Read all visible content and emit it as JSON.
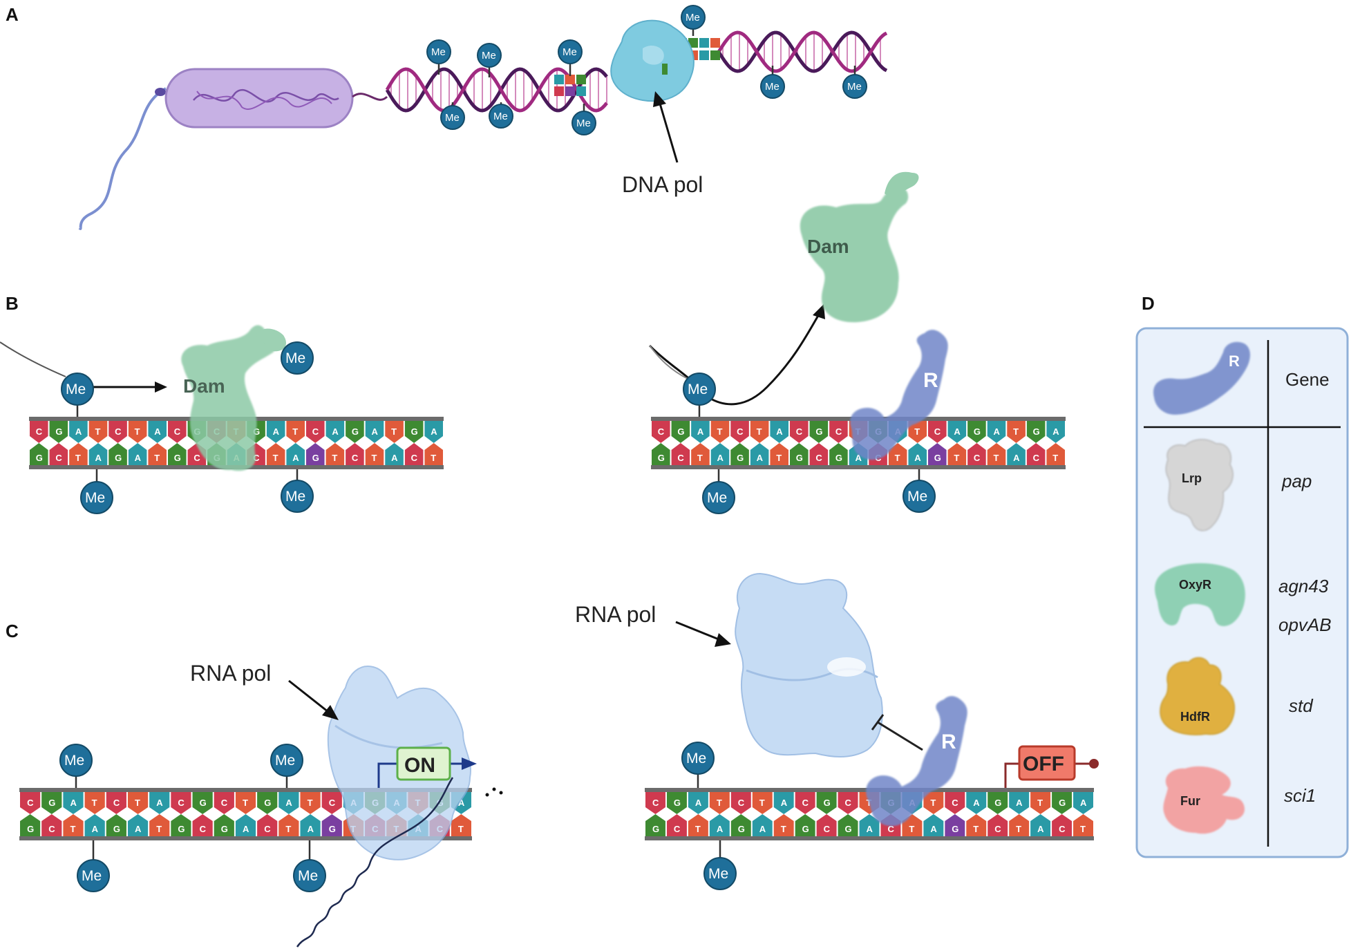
{
  "panels": {
    "a": "A",
    "b": "B",
    "c": "C",
    "d": "D"
  },
  "methyl_label": "Me",
  "bases": {
    "top": [
      "C",
      "G",
      "A",
      "T",
      "C",
      "T",
      "A",
      "C",
      "G",
      "C",
      "T",
      "G",
      "A",
      "T",
      "C",
      "A",
      "G",
      "A",
      "T",
      "G",
      "A"
    ],
    "bottom": [
      "G",
      "C",
      "T",
      "A",
      "G",
      "A",
      "T",
      "G",
      "C",
      "G",
      "A",
      "C",
      "T",
      "A",
      "G",
      "T",
      "C",
      "T",
      "A",
      "C",
      "T"
    ]
  },
  "base_colors": {
    "A": "#2a9aa6",
    "T": "#e05a3a",
    "C": "#cf3a4f",
    "G": "#3e8a32",
    "G_alt": "#7a3fa0"
  },
  "panel_a": {
    "dna_pol_label": "DNA pol"
  },
  "panel_b": {
    "dam_label_left": "Dam",
    "dam_label_right": "Dam",
    "repressor_label": "R"
  },
  "panel_c": {
    "rna_pol_label_left": "RNA pol",
    "rna_pol_label_right": "RNA pol",
    "on_label": "ON",
    "off_label": "OFF",
    "repressor_label": "R"
  },
  "panel_d": {
    "header_protein_label": "R",
    "header_gene": "Gene",
    "rows": [
      {
        "protein": "Lrp",
        "genes": [
          "pap"
        ],
        "color": "#d6d6d6"
      },
      {
        "protein": "OxyR",
        "genes": [
          "agn43",
          "opvAB"
        ],
        "color": "#8fd0b4"
      },
      {
        "protein": "HdfR",
        "genes": [
          "std"
        ],
        "color": "#e0b040"
      },
      {
        "protein": "Fur",
        "genes": [
          "sci1"
        ],
        "color": "#f2a3a3"
      }
    ]
  },
  "colors": {
    "methyl": "#1f6f9a",
    "dam": "#8cc9a6",
    "repressor": "#6f86c8",
    "rna_pol": "#b9d4f2",
    "dna_pol": "#7fcbe0",
    "on_box": "#dff3d0",
    "on_border": "#5db04a",
    "off_box": "#f07a6a",
    "legend_bg": "#e9f1fb",
    "legend_border": "#8fb0d8",
    "backbone": "#6b6b6b",
    "cell": "#b9a0d8"
  }
}
